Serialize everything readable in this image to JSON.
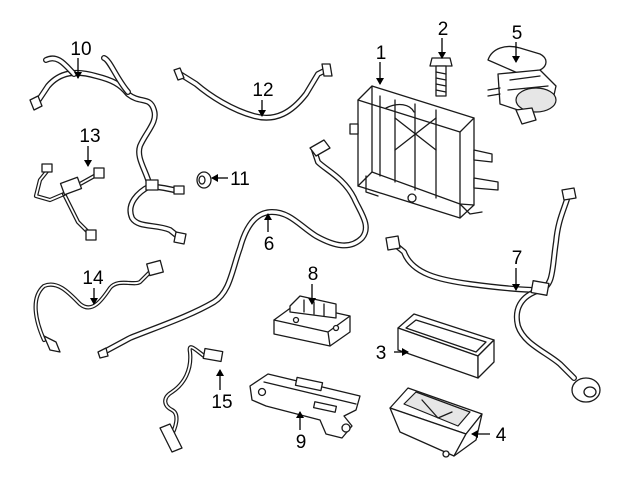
{
  "diagram": {
    "callouts": [
      {
        "id": 1,
        "label": "1"
      },
      {
        "id": 2,
        "label": "2"
      },
      {
        "id": 3,
        "label": "3"
      },
      {
        "id": 4,
        "label": "4"
      },
      {
        "id": 5,
        "label": "5"
      },
      {
        "id": 6,
        "label": "6"
      },
      {
        "id": 7,
        "label": "7"
      },
      {
        "id": 8,
        "label": "8"
      },
      {
        "id": 9,
        "label": "9"
      },
      {
        "id": 10,
        "label": "10"
      },
      {
        "id": 11,
        "label": "11"
      },
      {
        "id": 12,
        "label": "12"
      },
      {
        "id": 13,
        "label": "13"
      },
      {
        "id": 14,
        "label": "14"
      },
      {
        "id": 15,
        "label": "15"
      }
    ]
  }
}
